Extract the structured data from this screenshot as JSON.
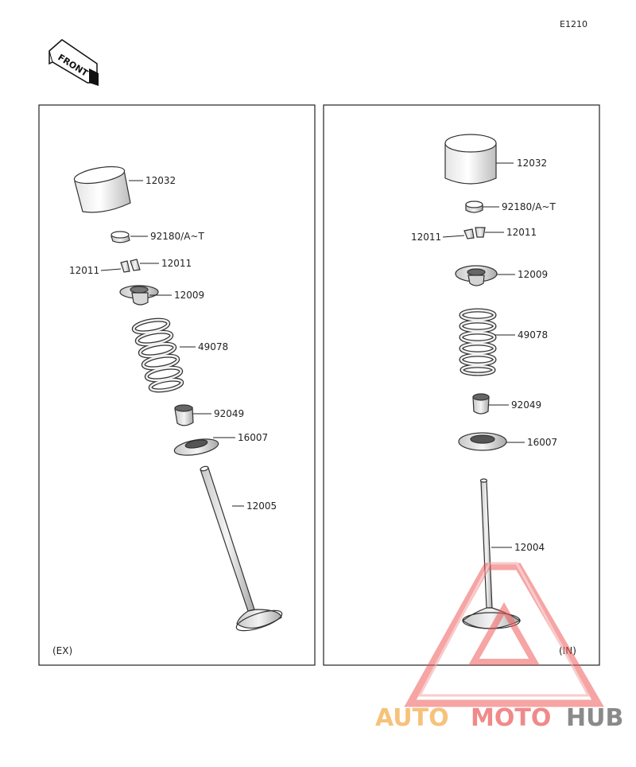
{
  "diagram_code": "E1210",
  "front_label": "FRONT",
  "panels": {
    "exhaust": {
      "label": "(EX)",
      "parts": {
        "lifter": "12032",
        "shim": "92180/A~T",
        "keeper_left": "12011",
        "keeper_right": "12011",
        "retainer": "12009",
        "spring": "49078",
        "seal": "92049",
        "seat": "16007",
        "valve": "12005"
      }
    },
    "intake": {
      "label": "(IN)",
      "parts": {
        "lifter": "12032",
        "shim": "92180/A~T",
        "keeper_left": "12011",
        "keeper_right": "12011",
        "retainer": "12009",
        "spring": "49078",
        "seal": "92049",
        "seat": "16007",
        "valve": "12004"
      }
    }
  },
  "watermark": {
    "part1": "AUTO",
    "part2": "MOTO",
    "part3": "HUB"
  }
}
